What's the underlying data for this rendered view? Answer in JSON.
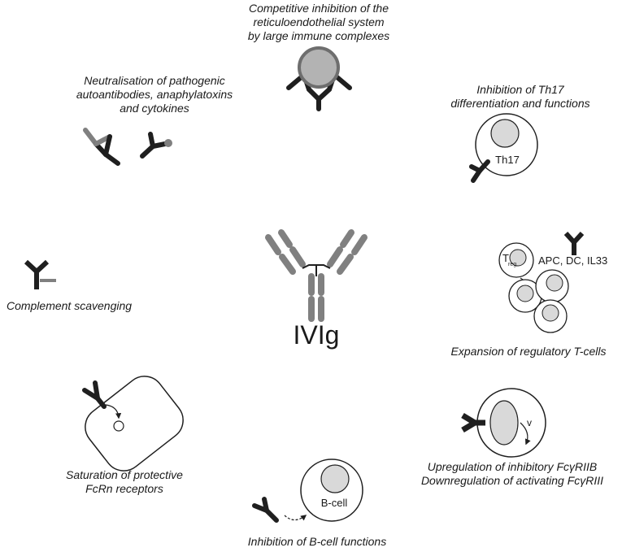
{
  "center_label": "IVIg",
  "captions": {
    "competitive": [
      "Competitive inhibition of the",
      "reticuloendothelial system",
      "by large immune complexes"
    ],
    "neutralisation": [
      "Neutralisation of pathogenic",
      "autoantibodies, anaphylatoxins",
      "and cytokines"
    ],
    "th17": [
      "Inhibition of Th17",
      "differentiation and functions"
    ],
    "complement": [
      "Complement scavenging"
    ],
    "treg": [
      "Expansion of regulatory T-cells"
    ],
    "fcrn": [
      "Saturation of protective",
      "FcRn receptors"
    ],
    "fcgr": [
      "Upregulation of inhibitory FcγRIIB",
      "Downregulation of activating FcγRIII"
    ],
    "bcell": [
      "Inhibition of B-cell functions"
    ]
  },
  "cell_labels": {
    "th17": "Th17",
    "treg_main": "T",
    "treg_sub": "reg",
    "apc": "APC, DC, IL33",
    "bcell": "B-cell",
    "fcgr_mark": "v"
  },
  "colors": {
    "dark": "#1f1f1f",
    "mid_gray": "#808080",
    "light_gray": "#d9d9d9",
    "sphere_fill": "#b3b3b3",
    "sphere_stroke": "#6e6e6e"
  }
}
